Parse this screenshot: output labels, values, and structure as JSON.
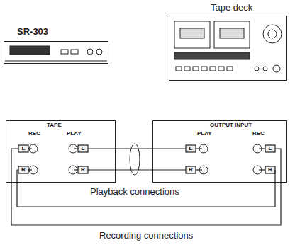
{
  "diagram": {
    "nodes": [
      {
        "text": [
          "SR-303"
        ]
      },
      {
        "text": [
          "Tape deck"
        ]
      },
      {
        "text": [
          "TAPE",
          "REC",
          "PLAY"
        ]
      },
      {
        "text": [
          "OUTPUT INPUT",
          "PLAY",
          "REC"
        ]
      }
    ],
    "edges": [
      {
        "from": 3,
        "to": 2,
        "arrow": "none",
        "label": "Playback connections"
      },
      {
        "from": 2,
        "to": 3,
        "arrow": "none",
        "label": "Recording connections"
      }
    ],
    "labels": [
      "L",
      "R",
      "L",
      "R",
      "L",
      "R",
      "L",
      "R"
    ]
  }
}
